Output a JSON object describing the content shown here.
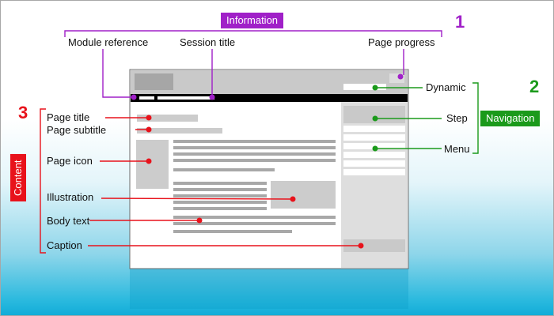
{
  "information": {
    "tag": "Information",
    "number": "1",
    "color": "#a020c8",
    "labels": {
      "module_reference": "Module reference",
      "session_title": "Session title",
      "page_progress": "Page progress"
    }
  },
  "navigation": {
    "tag": "Navigation",
    "number": "2",
    "color": "#1b9a1b",
    "labels": {
      "dynamic": "Dynamic",
      "step": "Step",
      "menu": "Menu"
    }
  },
  "content": {
    "tag": "Content",
    "number": "3",
    "color": "#e8121b",
    "labels": {
      "page_title": "Page title",
      "page_subtitle": "Page subtitle",
      "page_icon": "Page icon",
      "illustration": "Illustration",
      "body_text": "Body text",
      "caption": "Caption"
    }
  },
  "colors": {
    "wireframe_bar": "#c8c8c8",
    "wireframe_text_line": "#a8a8a8",
    "header_strip": "#000000",
    "sidebar": "#dedede"
  }
}
